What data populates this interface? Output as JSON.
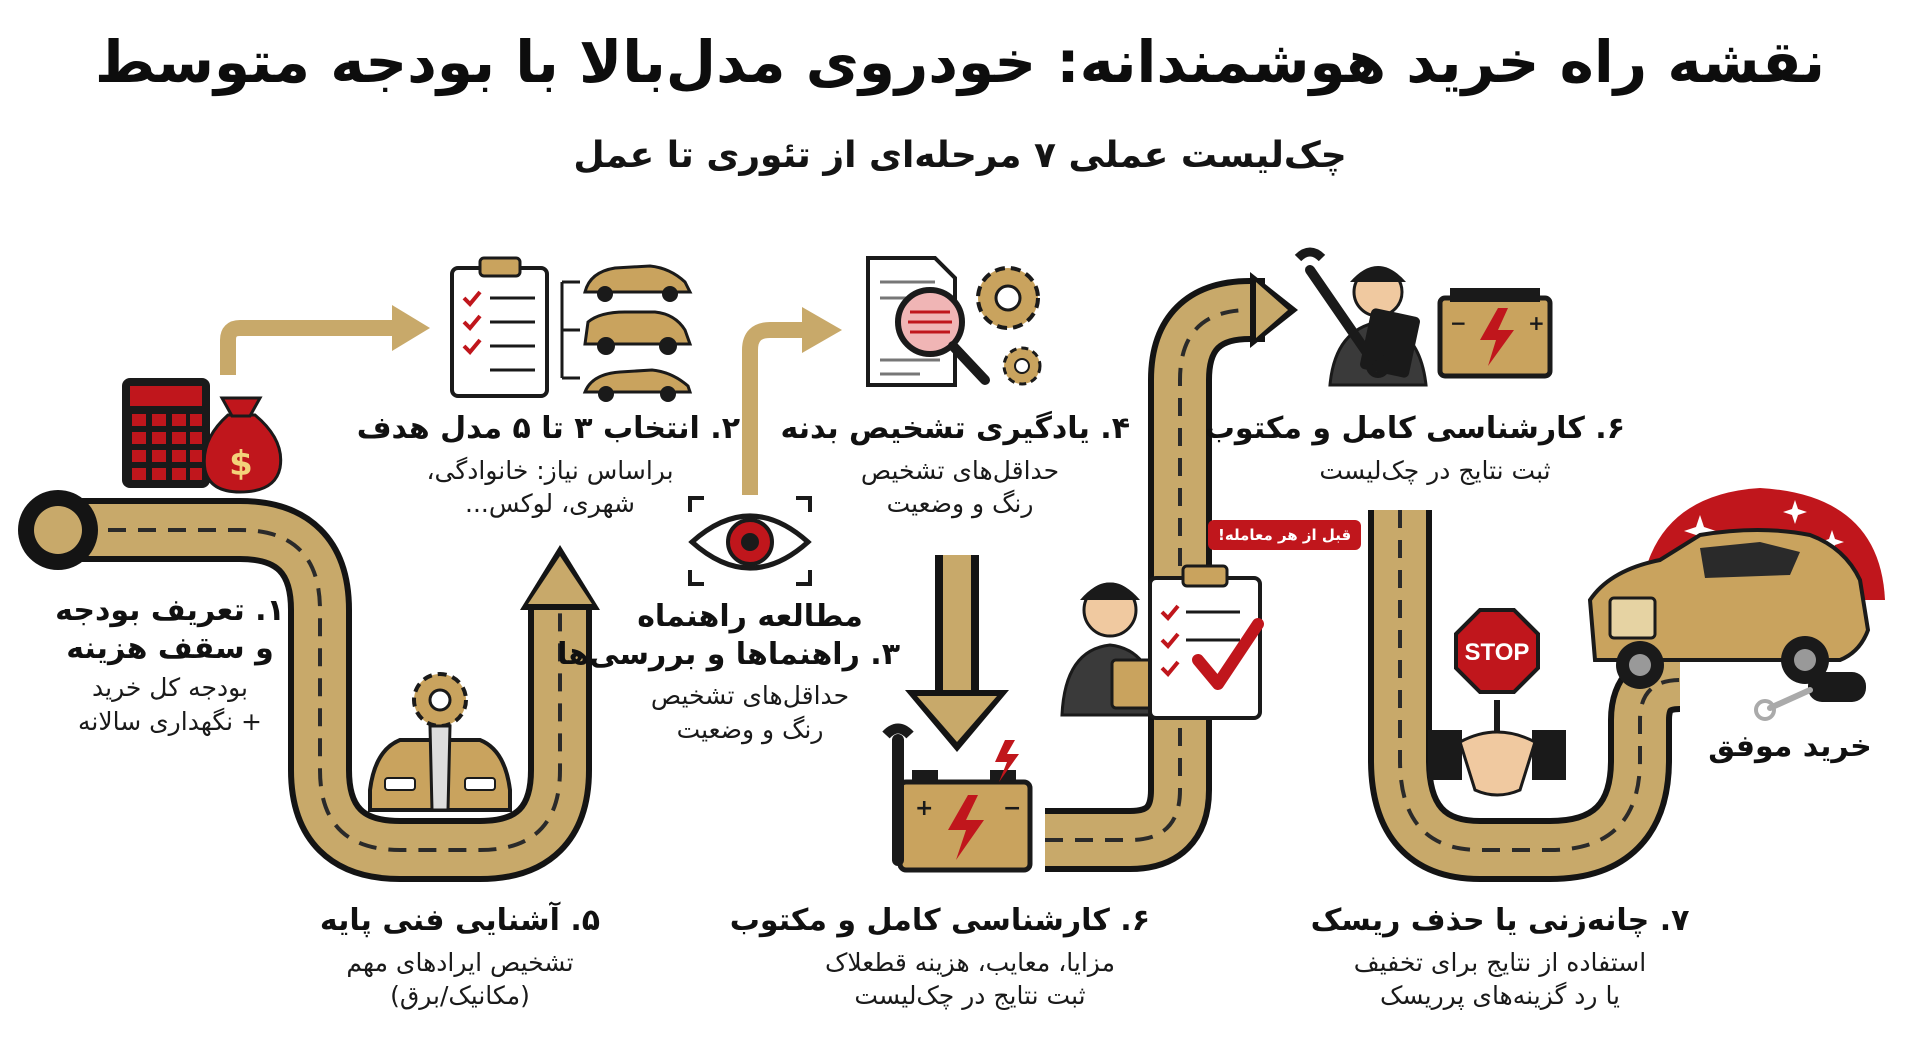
{
  "title": "نقشه راه خرید هوشمندانه: خودروی مدل‌بالا با بودجه متوسط",
  "subtitle": "چک‌لیست عملی ۷ مرحله‌ای از تئوری تا عمل",
  "steps": [
    {
      "head_lines": [
        "۱. تعریف بودجه",
        "و سقف هزینه"
      ],
      "desc_lines": [
        "بودجه کل خرید",
        "+ نگهداری سالانه"
      ]
    },
    {
      "head_lines": [
        "۲. انتخاب ۳ تا ۵ مدل هدف"
      ],
      "desc_lines": [
        "براساس نیاز: خانوادگی،",
        "شهری، لوکس..."
      ]
    },
    {
      "head_lines": [
        "مطالعه راهنماه",
        "۳. راهنماها و بررسی‌ها"
      ],
      "desc_lines": [
        "حداقل‌های تشخیص",
        "رنگ و وضعیت"
      ]
    },
    {
      "head_lines": [
        "۴. یادگیری تشخیص بدنه"
      ],
      "desc_lines": [
        "حداقل‌های تشخیص",
        "رنگ و وضعیت"
      ]
    },
    {
      "head_lines": [
        "۵. آشنایی فنی پایه"
      ],
      "desc_lines": [
        "تشخیص ایرادهای مهم",
        "(مکانیک/برق)"
      ]
    },
    {
      "head_lines": [
        "۶. کارشناسی کامل و مکتوب"
      ],
      "desc_lines": [
        "مزایا، معایب، هزینه قطعلاک",
        "ثبت نتایج در چک‌لیست"
      ]
    },
    {
      "head_lines": [
        "۶. کارشناسی کامل و مکتوب"
      ],
      "desc_lines": [
        "ثبت نتایج در چک‌لیست"
      ]
    },
    {
      "head_lines": [
        "۷. چانه‌زنی یا حذف ریسک"
      ],
      "desc_lines": [
        "استفاده از نتایج برای تخفیف",
        "یا رد گزینه‌های پرریسک"
      ]
    }
  ],
  "badge_text": "قبل از هر معامله!",
  "stop_sign_text": "STOP",
  "final_label": "خرید موفق",
  "colors": {
    "road": "#c8a96a",
    "road_border": "#141414",
    "dash": "#2a2a2a",
    "accent_red": "#c0161c",
    "gold": "#c9a35e",
    "dark": "#1a1a1a"
  },
  "icons": [
    "calculator-icon",
    "money-bag-icon",
    "clipboard-checklist-icon",
    "car-sedan-icon",
    "car-suv-icon",
    "car-coupe-icon",
    "document-magnifier-icon",
    "gear-icon",
    "eye-scan-icon",
    "car-service-icon",
    "battery-icon",
    "mechanic-inspector-icon",
    "wrench-icon",
    "tablet-icon",
    "stop-sign-icon",
    "handshake-icon",
    "luxury-car-icon",
    "car-key-icon",
    "sparkle-icon",
    "arrow-icon"
  ]
}
